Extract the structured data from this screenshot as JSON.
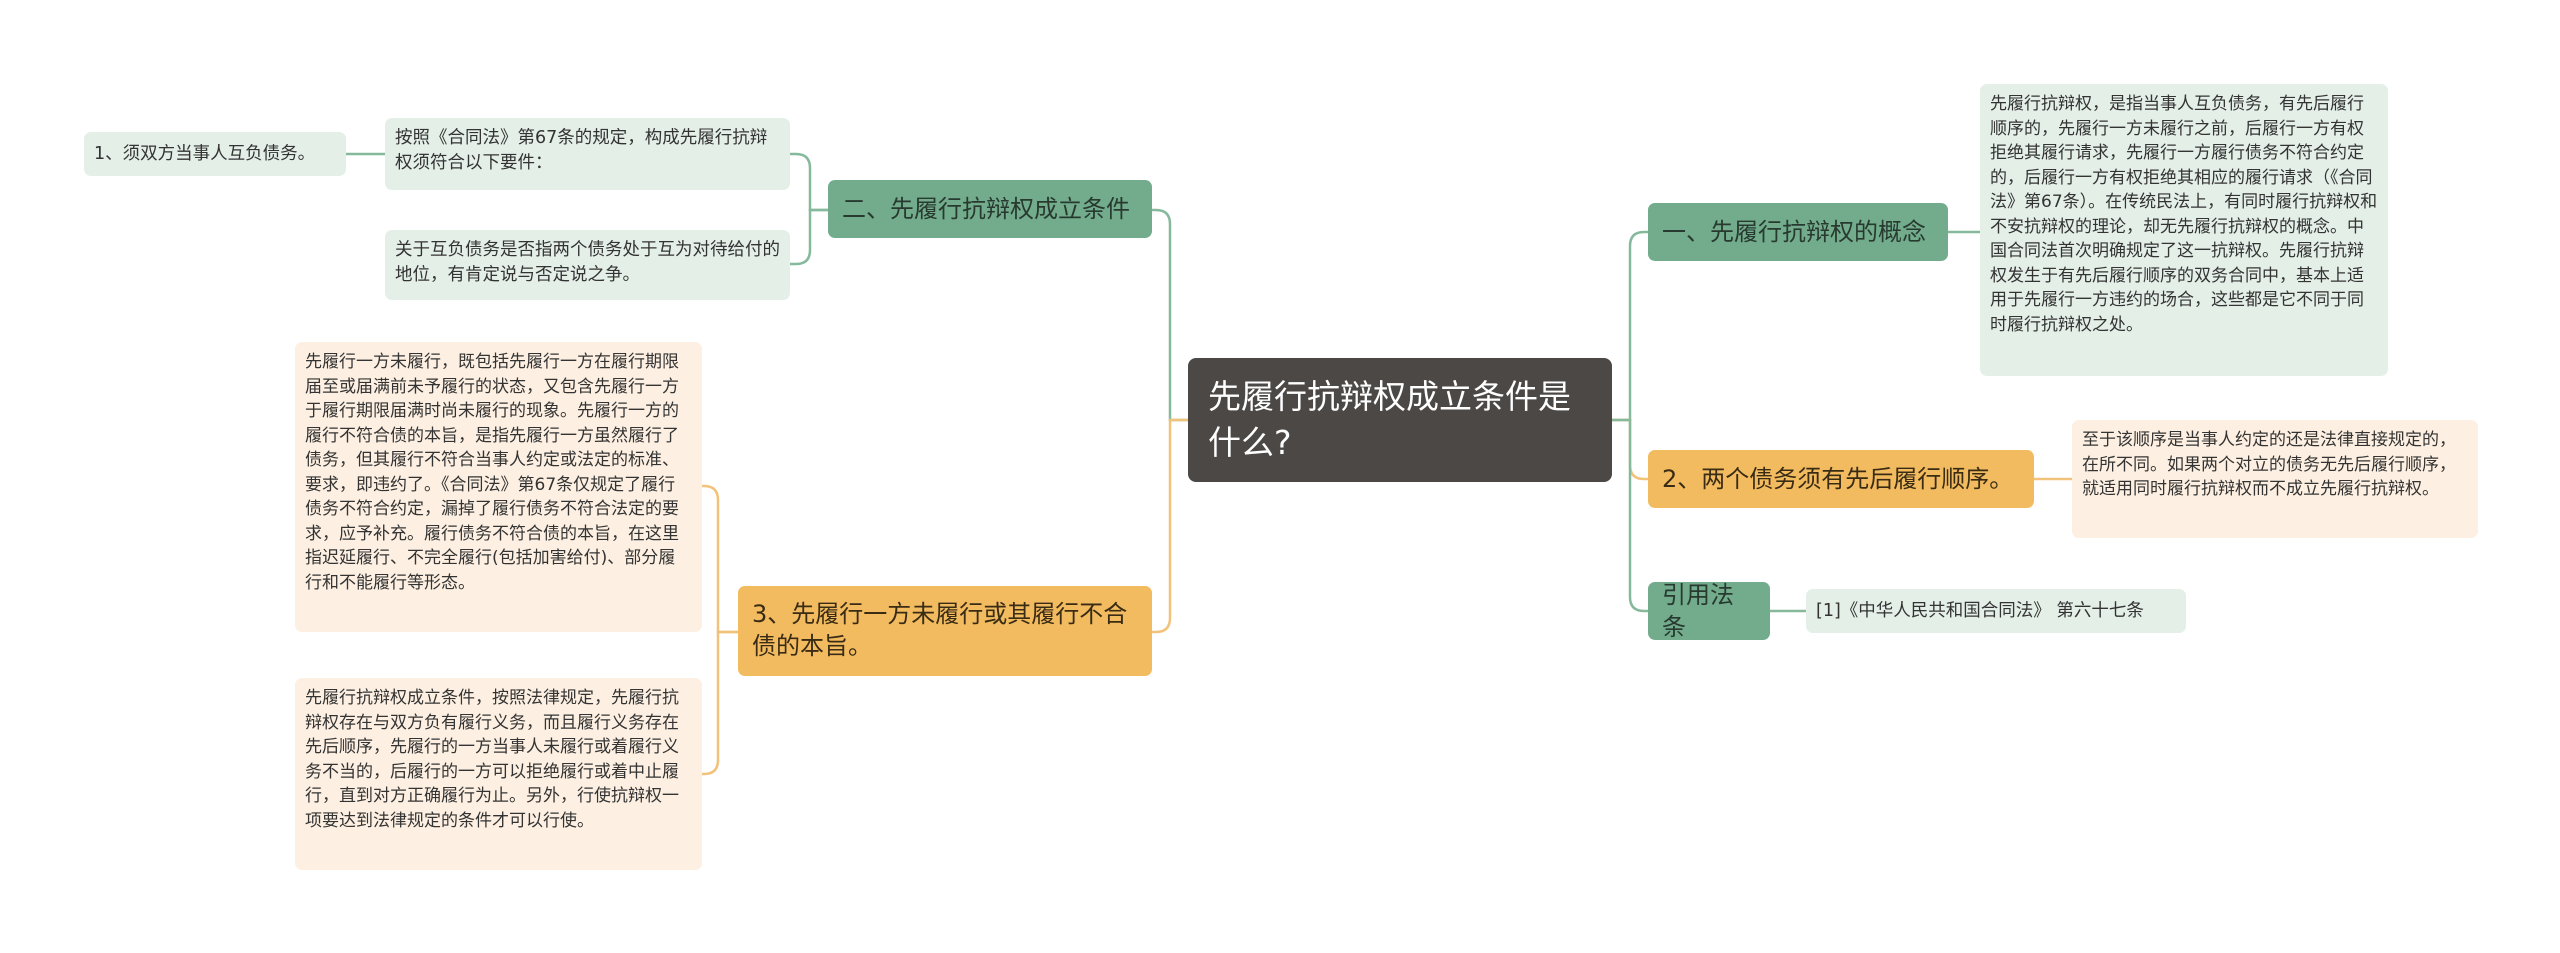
{
  "center": {
    "title": "先履行抗辩权成立条件是什么?"
  },
  "topics": {
    "condition": {
      "label": "二、先履行抗辩权成立条件"
    },
    "breach": {
      "label": "3、先履行一方未履行或其履行不合债的本旨。"
    },
    "concept": {
      "label": "一、先履行抗辩权的概念"
    },
    "order": {
      "label": "2、两个债务须有先后履行顺序。"
    },
    "law": {
      "label": "引用法条"
    }
  },
  "leaves": {
    "mutual_debt": "1、须双方当事人互负债务。",
    "per_article": "按照《合同法》第67条的规定，构成先履行抗辩权须符合以下要件：",
    "mutual_debt_note": "关于互负债务是否指两个债务处于互为对待给付的地位，有肯定说与否定说之争。",
    "non_performance": "先履行一方未履行，既包括先履行一方在履行期限届至或届满前未予履行的状态，又包含先履行一方于履行期限届满时尚未履行的现象。先履行一方的履行不符合债的本旨，是指先履行一方虽然履行了债务，但其履行不符合当事人约定或法定的标准、要求，即违约了。《合同法》第67条仅规定了履行债务不符合约定，漏掉了履行债务不符合法定的要求，应予补充。履行债务不符合债的本旨，在这里指迟延履行、不完全履行(包括加害给付)、部分履行和不能履行等形态。",
    "conditions_summary": "先履行抗辩权成立条件，按照法律规定，先履行抗辩权存在与双方负有履行义务，而且履行义务存在先后顺序，先履行的一方当事人未履行或着履行义务不当的，后履行的一方可以拒绝履行或着中止履行，直到对方正确履行为止。另外，行使抗辩权一项要达到法律规定的条件才可以行使。",
    "concept_text": "先履行抗辩权，是指当事人互负债务，有先后履行顺序的，先履行一方未履行之前，后履行一方有权拒绝其履行请求，先履行一方履行债务不符合约定的，后履行一方有权拒绝其相应的履行请求（《合同法》第67条）。在传统民法上，有同时履行抗辩权和不安抗辩权的理论，却无先履行抗辩权的概念。中国合同法首次明确规定了这一抗辩权。先履行抗辩权发生于有先后履行顺序的双务合同中，基本上适用于先履行一方违约的场合，这些都是它不同于同时履行抗辩权之处。",
    "order_text": "至于该顺序是当事人约定的还是法律直接规定的，在所不同。如果两个对立的债务无先后履行顺序，就适用同时履行抗辩权而不成立先履行抗辩权。",
    "law_text": "[1]《中华人民共和国合同法》 第六十七条"
  },
  "colors": {
    "center": "#4b4846",
    "green": "#72ac8c",
    "orange": "#f2bb60",
    "leaf_green": "#e4efe8",
    "leaf_orange": "#fdf0e2",
    "line_green": "#86b99c",
    "line_orange": "#f2c27a"
  }
}
